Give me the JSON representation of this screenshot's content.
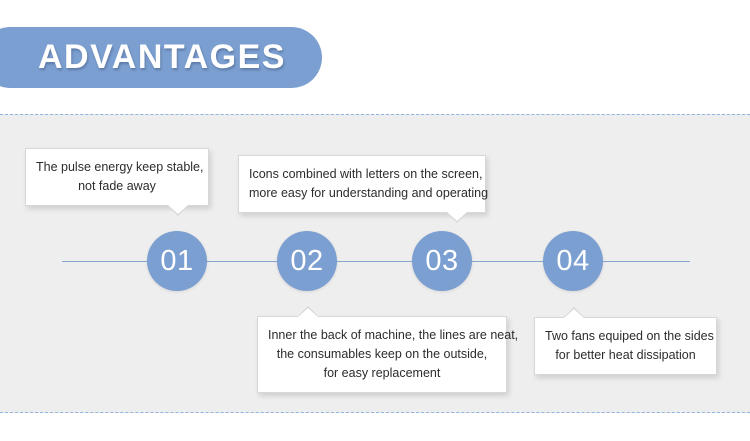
{
  "header": {
    "title": "ADVANTAGES",
    "banner_color": "#7b9fd1",
    "title_color": "#ffffff"
  },
  "panel": {
    "background_color": "#eeeeee",
    "divider_color": "#8fb4dd",
    "timeline_color": "#88a6cd"
  },
  "timeline": {
    "nodes": [
      {
        "number": "01",
        "color": "#7b9fd1"
      },
      {
        "number": "02",
        "color": "#7b9fd1"
      },
      {
        "number": "03",
        "color": "#7b9fd1"
      },
      {
        "number": "04",
        "color": "#7b9fd1"
      }
    ]
  },
  "callouts": [
    {
      "position": "above",
      "node": "01",
      "lines": [
        "The pulse energy keep stable,",
        "not fade away"
      ]
    },
    {
      "position": "above",
      "node": "02",
      "lines": [
        "Icons combined with letters on the screen,",
        "more easy for understanding and operating"
      ]
    },
    {
      "position": "below",
      "node": "02",
      "lines": [
        "Inner the back of machine, the lines are neat,",
        "the consumables keep on the outside,",
        "for easy replacement"
      ]
    },
    {
      "position": "below",
      "node": "04",
      "lines": [
        "Two fans equiped on the sides",
        "for better heat dissipation"
      ]
    }
  ]
}
